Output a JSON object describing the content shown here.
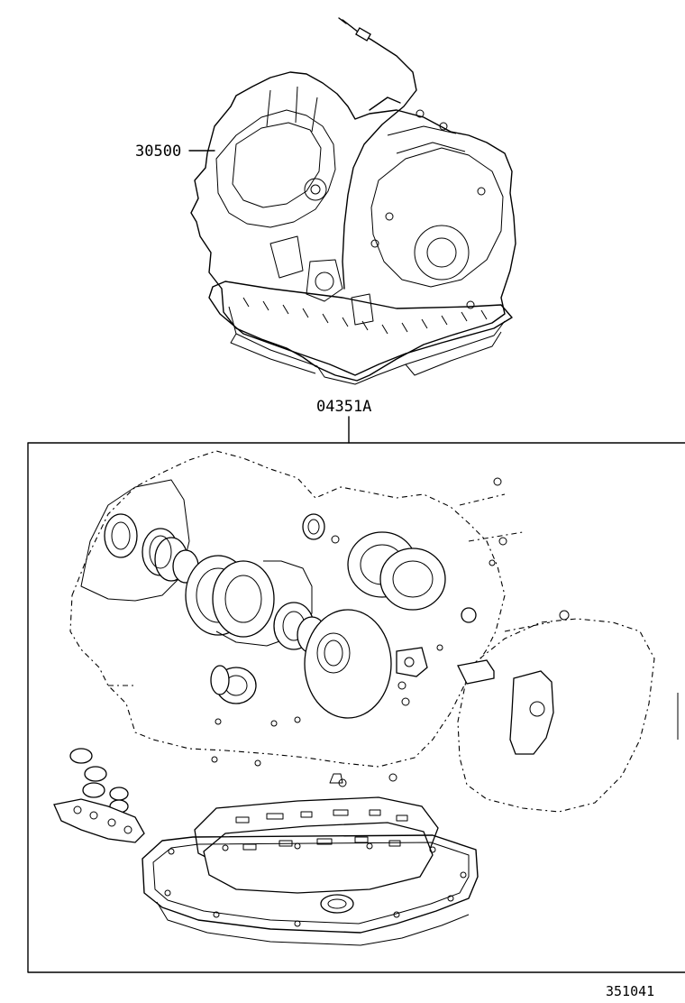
{
  "parts": {
    "transmission_assembly": {
      "part_number": "30500"
    },
    "overhaul_gasket_kit": {
      "part_number": "04351A"
    }
  },
  "diagram_id": "351041",
  "colors": {
    "ink": "#000000",
    "paper": "#ffffff"
  }
}
